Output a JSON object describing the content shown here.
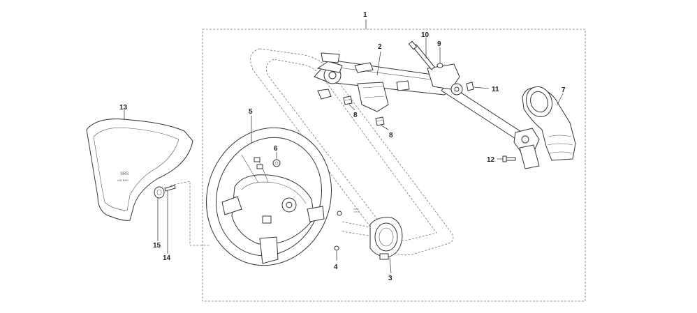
{
  "callouts": {
    "c1": "1",
    "c2": "2",
    "c3": "3",
    "c4": "4",
    "c5": "5",
    "c6": "6",
    "c7": "7",
    "c8a": "8",
    "c8b": "8",
    "c9": "9",
    "c10": "10",
    "c11": "11",
    "c12": "12",
    "c13": "13",
    "c14": "14",
    "c15": "15"
  },
  "airbag_text": {
    "line1": "SRS",
    "line2": "AIR BAG"
  },
  "colors": {
    "line": "#333333",
    "dash": "#777777",
    "background": "#ffffff"
  }
}
